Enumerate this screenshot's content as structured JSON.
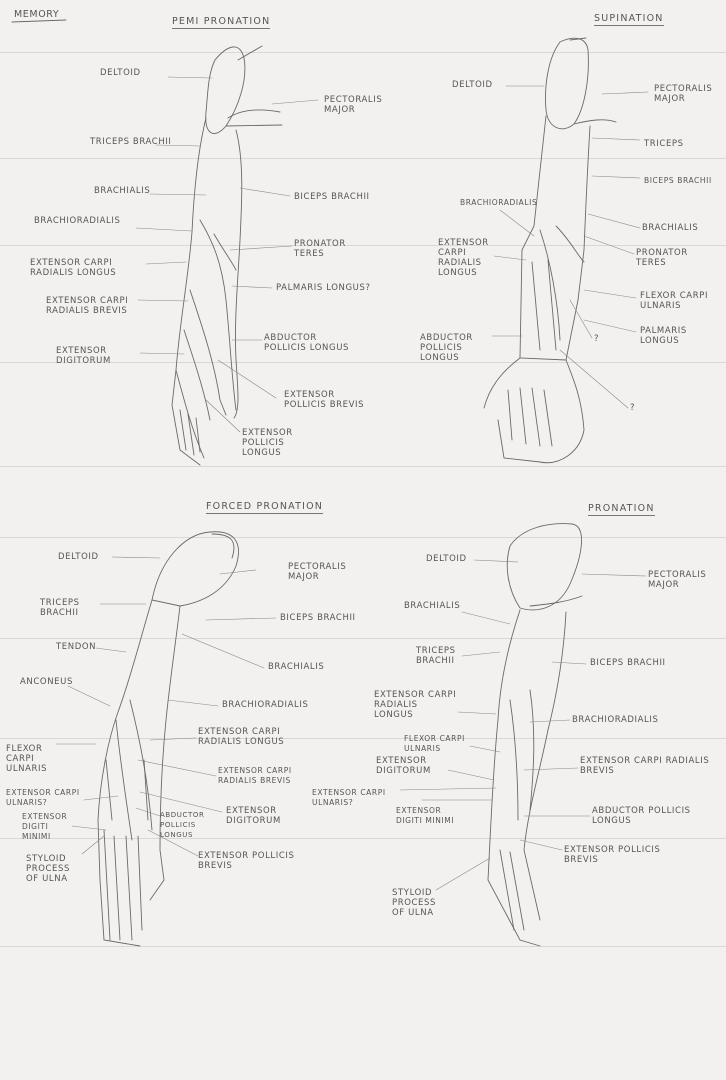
{
  "page": {
    "heading": "MEMORY",
    "paper_color": "#f2f1ef",
    "pencil_color": "#4a4a4a"
  },
  "panels": [
    {
      "title": "PEMI PRONATION",
      "labels": [
        "DELTOID",
        "TRICEPS BRACHII",
        "BRACHIALIS",
        "BRACHIORADIALIS",
        "EXTENSOR CARPI RADIALIS LONGUS",
        "EXTENSOR CARPI RADIALIS BREVIS",
        "EXTENSOR DIGITORUM",
        "PECTORALIS MAJOR",
        "BICEPS BRACHII",
        "PRONATOR TERES",
        "PALMARIS LONGUS?",
        "ABDUCTOR POLLICIS LONGUS",
        "EXTENSOR POLLICIS BREVIS",
        "EXTENSOR POLLICIS LONGUS"
      ]
    },
    {
      "title": "SUPINATION",
      "labels": [
        "DELTOID",
        "PECTORALIS MAJOR",
        "TRICEPS",
        "BICEPS BRACHII",
        "BRACHIORADIALIS",
        "BRACHIALIS",
        "EXTENSOR CARPI RADIALIS LONGUS",
        "PRONATOR TERES",
        "FLEXOR CARPI ULNARIS",
        "PALMARIS LONGUS",
        "ABDUCTOR POLLICIS LONGUS",
        "?",
        "?"
      ]
    },
    {
      "title": "FORCED PRONATION",
      "labels": [
        "DELTOID",
        "PECTORALIS MAJOR",
        "TRICEPS BRACHII",
        "BICEPS BRACHII",
        "TENDON",
        "BRACHIALIS",
        "ANCONEUS",
        "BRACHIORADIALIS",
        "EXTENSOR CARPI RADIALIS LONGUS",
        "FLEXOR CARPI ULNARIS",
        "EXTENSOR CARPI RADIALIS BREVIS",
        "EXTENSOR CARPI ULNARIS?",
        "ABDUCTOR POLLICIS LONGUS",
        "EXTENSOR DIGITI MINIMI",
        "EXTENSOR DIGITORUM",
        "STYLOID PROCESS OF ULNA",
        "EXTENSOR POLLICIS BREVIS"
      ]
    },
    {
      "title": "PRONATION",
      "labels": [
        "DELTOID",
        "PECTORALIS MAJOR",
        "BRACHIALIS",
        "TRICEPS BRACHII",
        "BICEPS BRACHII",
        "EXTENSOR CARPI RADIALIS LONGUS",
        "BRACHIORADIALIS",
        "FLEXOR CARPI ULNARIS",
        "EXTENSOR DIGITORUM",
        "EXTENSOR CARPI RADIALIS BREVIS",
        "EXTENSOR CARPI ULNARIS?",
        "EXTENSOR DIGITI MINIMI",
        "ABDUCTOR POLLICIS LONGUS",
        "EXTENSOR POLLICIS BREVIS",
        "STYLOID PROCESS OF ULNA"
      ]
    }
  ]
}
